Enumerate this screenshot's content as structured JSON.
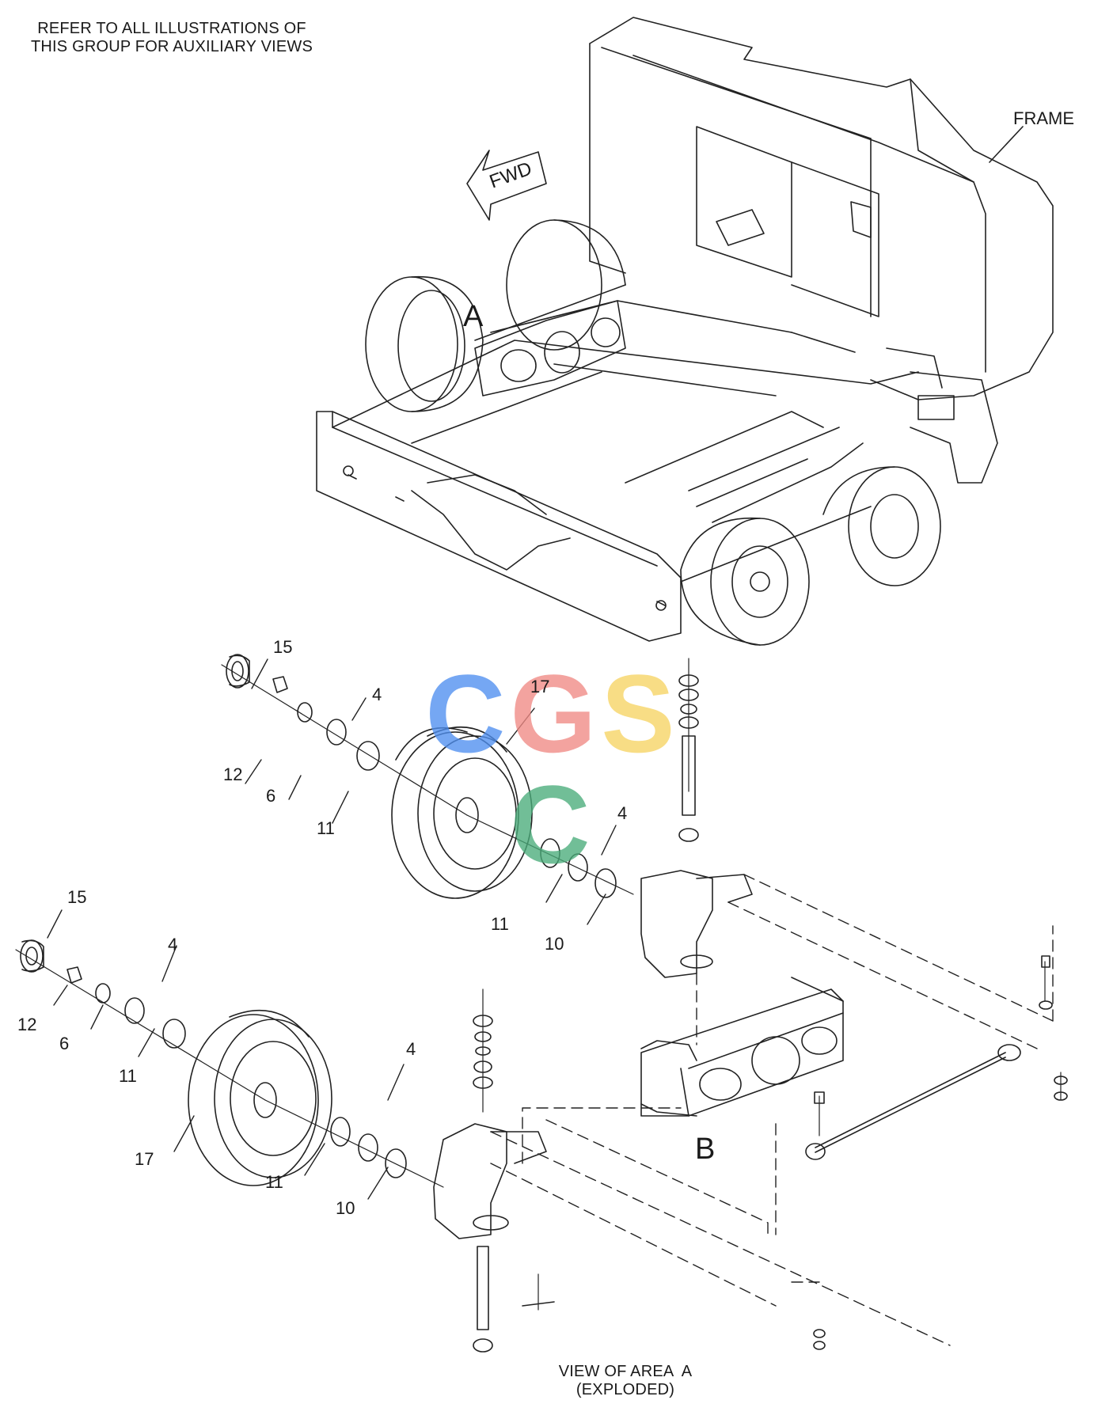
{
  "header_note": [
    "REFER TO ALL ILLUSTRATIONS OF",
    "THIS GROUP FOR AUXILIARY VIEWS"
  ],
  "frame_label": "FRAME",
  "fwd_label": "FWD",
  "area_labels": {
    "a": "A",
    "b": "B"
  },
  "watermark": {
    "letters": [
      "C",
      "G",
      "S",
      "C"
    ],
    "colors": [
      "#4f8ff0",
      "#f08a85",
      "#f7d463",
      "#4aac7a"
    ]
  },
  "callouts_upper": {
    "c15": "15",
    "c4a": "4",
    "c17": "17",
    "c12": "12",
    "c6": "6",
    "c11a": "11",
    "c4b": "4",
    "c11b": "11",
    "c10": "10"
  },
  "callouts_lower": {
    "c15": "15",
    "c4a": "4",
    "c12": "12",
    "c6": "6",
    "c11a": "11",
    "c4b": "4",
    "c17": "17",
    "c11b": "11",
    "c10": "10"
  },
  "footer_caption": [
    "VIEW OF AREA  A",
    "(EXPLODED)"
  ]
}
